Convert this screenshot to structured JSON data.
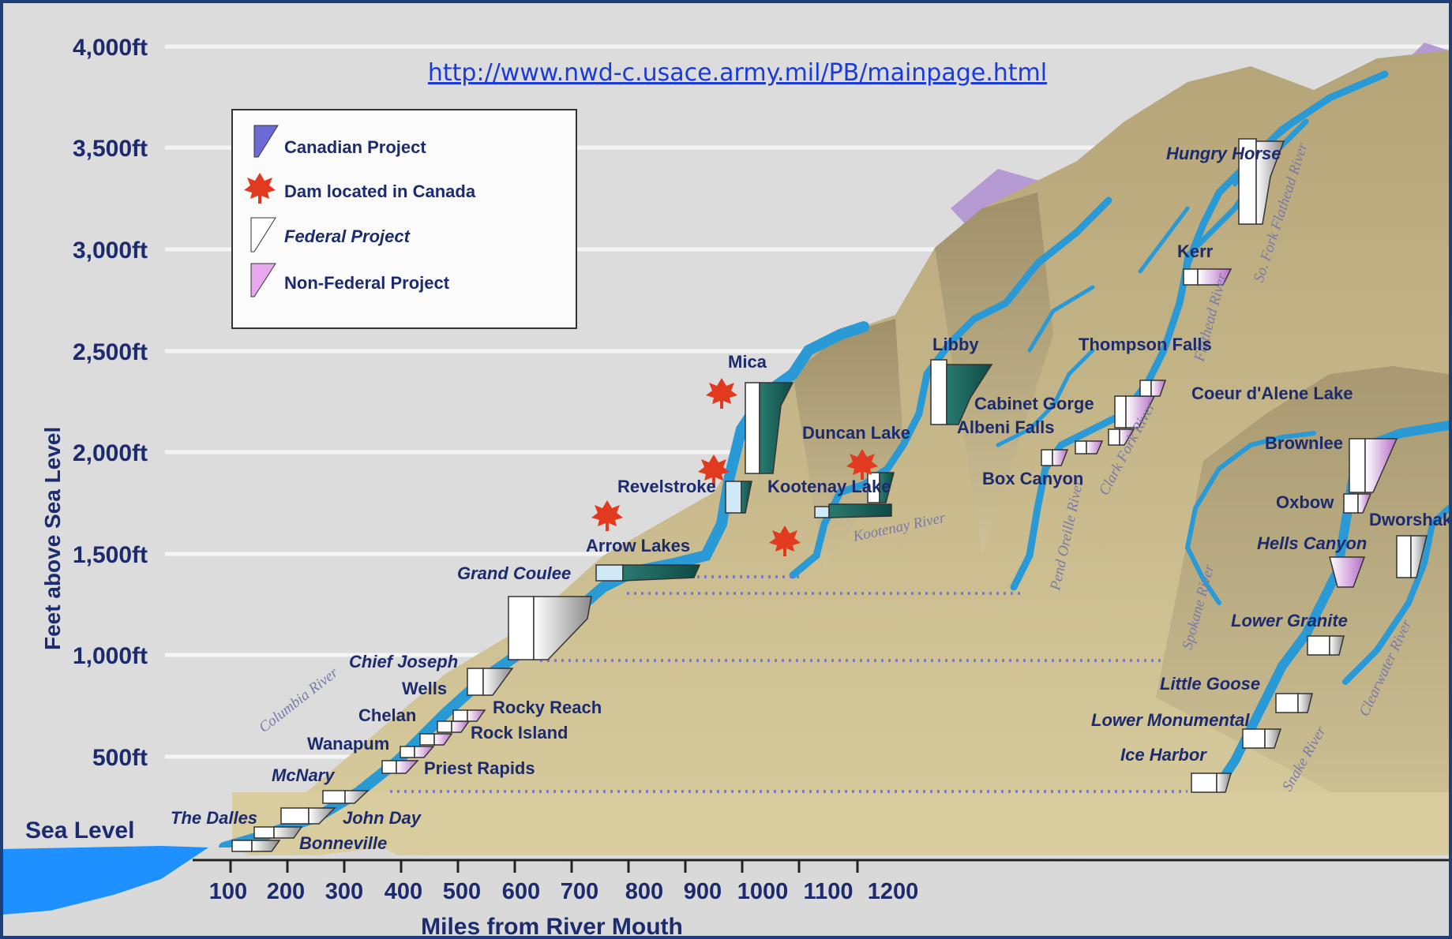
{
  "header": {
    "url": "http://www.nwd-c.usace.army.mil/PB/mainpage.html"
  },
  "legend": {
    "items": [
      {
        "label": "Canadian Project",
        "icon": "canadian-project-triangle-icon",
        "color": "#6b6bd6"
      },
      {
        "label": "Dam located in Canada",
        "icon": "maple-leaf-icon",
        "color": "#e23a1f"
      },
      {
        "label": "Federal Project",
        "icon": "federal-project-triangle-icon",
        "color": "#ffffff"
      },
      {
        "label": "Non-Federal Project",
        "icon": "non-federal-project-triangle-icon",
        "color": "#e8a8f0"
      }
    ]
  },
  "axes": {
    "ylabel": "Feet above Sea Level",
    "xlabel": "Miles from River Mouth",
    "sea_level": "Sea Level",
    "yticks": [
      {
        "value": 4000,
        "label": "4,000ft"
      },
      {
        "value": 3500,
        "label": "3,500ft"
      },
      {
        "value": 3000,
        "label": "3,000ft"
      },
      {
        "value": 2500,
        "label": "2,500ft"
      },
      {
        "value": 2000,
        "label": "2,000ft"
      },
      {
        "value": 1500,
        "label": "1,500ft"
      },
      {
        "value": 1000,
        "label": "1,000ft"
      },
      {
        "value": 500,
        "label": "500ft"
      }
    ],
    "xticks": [
      "100",
      "200",
      "300",
      "400",
      "500",
      "600",
      "700",
      "800",
      "900",
      "1000",
      "1100",
      "1200"
    ]
  },
  "dams": [
    {
      "name": "Bonneville",
      "type": "federal"
    },
    {
      "name": "The Dalles",
      "type": "federal"
    },
    {
      "name": "John Day",
      "type": "federal"
    },
    {
      "name": "McNary",
      "type": "federal"
    },
    {
      "name": "Priest Rapids",
      "type": "non-federal"
    },
    {
      "name": "Wanapum",
      "type": "non-federal"
    },
    {
      "name": "Rock Island",
      "type": "non-federal"
    },
    {
      "name": "Rocky Reach",
      "type": "non-federal"
    },
    {
      "name": "Chelan",
      "type": "non-federal"
    },
    {
      "name": "Wells",
      "type": "non-federal"
    },
    {
      "name": "Chief Joseph",
      "type": "federal"
    },
    {
      "name": "Grand Coulee",
      "type": "federal"
    },
    {
      "name": "Arrow Lakes",
      "type": "canadian"
    },
    {
      "name": "Revelstroke",
      "type": "canadian"
    },
    {
      "name": "Mica",
      "type": "canadian"
    },
    {
      "name": "Duncan Lake",
      "type": "canadian"
    },
    {
      "name": "Kootenay Lake",
      "type": "canadian"
    },
    {
      "name": "Libby",
      "type": "federal"
    },
    {
      "name": "Cabinet Gorge",
      "type": "non-federal"
    },
    {
      "name": "Albeni Falls",
      "type": "federal"
    },
    {
      "name": "Box Canyon",
      "type": "non-federal"
    },
    {
      "name": "Thompson Falls",
      "type": "non-federal"
    },
    {
      "name": "Kerr",
      "type": "non-federal"
    },
    {
      "name": "Hungry Horse",
      "type": "federal"
    },
    {
      "name": "Coeur d'Alene Lake",
      "type": "non-federal"
    },
    {
      "name": "Brownlee",
      "type": "non-federal"
    },
    {
      "name": "Oxbow",
      "type": "non-federal"
    },
    {
      "name": "Hells Canyon",
      "type": "non-federal"
    },
    {
      "name": "Dworshak",
      "type": "federal"
    },
    {
      "name": "Lower Granite",
      "type": "federal"
    },
    {
      "name": "Little Goose",
      "type": "federal"
    },
    {
      "name": "Lower Monumental",
      "type": "federal"
    },
    {
      "name": "Ice Harbor",
      "type": "federal"
    }
  ],
  "rivers": [
    "Columbia River",
    "Kootenay River",
    "Pend Oreille River",
    "Clark Fork River",
    "Flathead River",
    "So. Fork Flathead River",
    "Spokane River",
    "Snake River",
    "Clearwater River"
  ]
}
